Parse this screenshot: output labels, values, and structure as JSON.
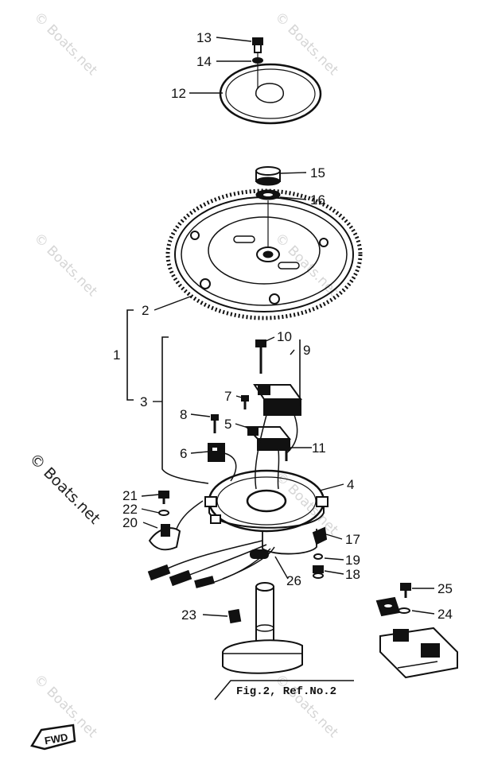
{
  "watermark": "© Boats.net",
  "callouts": [
    "1",
    "2",
    "3",
    "4",
    "5",
    "6",
    "7",
    "8",
    "9",
    "10",
    "11",
    "12",
    "13",
    "14",
    "15",
    "16",
    "17",
    "18",
    "19",
    "20",
    "21",
    "22",
    "23",
    "24",
    "25",
    "26"
  ],
  "figure_ref": "Fig.2, Ref.No.2",
  "fwd_label": "FWD"
}
